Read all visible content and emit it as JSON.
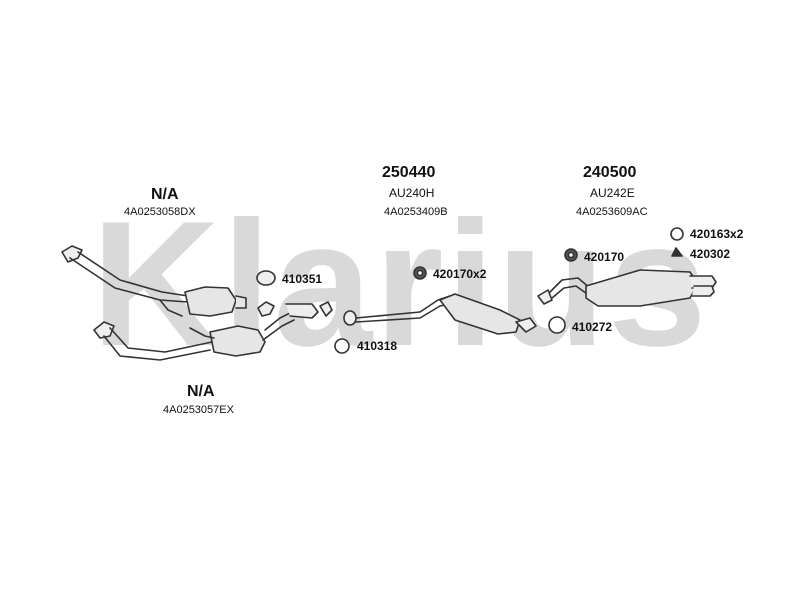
{
  "watermark": "Klarius",
  "groups": {
    "front_upper": {
      "number": "N/A",
      "code": "4A0253058DX"
    },
    "front_lower": {
      "number": "N/A",
      "code": "4A0253057EX"
    },
    "middle": {
      "number": "250440",
      "model": "AU240H",
      "code": "4A0253409B"
    },
    "rear": {
      "number": "240500",
      "model": "AU242E",
      "code": "4A0253609AC"
    }
  },
  "parts": {
    "p410351": "410351",
    "p410318": "410318",
    "p420170x2": "420170x2",
    "p420170": "420170",
    "p410272": "410272",
    "p420163x2": "420163x2",
    "p420302": "420302"
  },
  "colors": {
    "watermark": "#d9d9d9",
    "line": "#333333",
    "metal": "#e6e6e6"
  }
}
